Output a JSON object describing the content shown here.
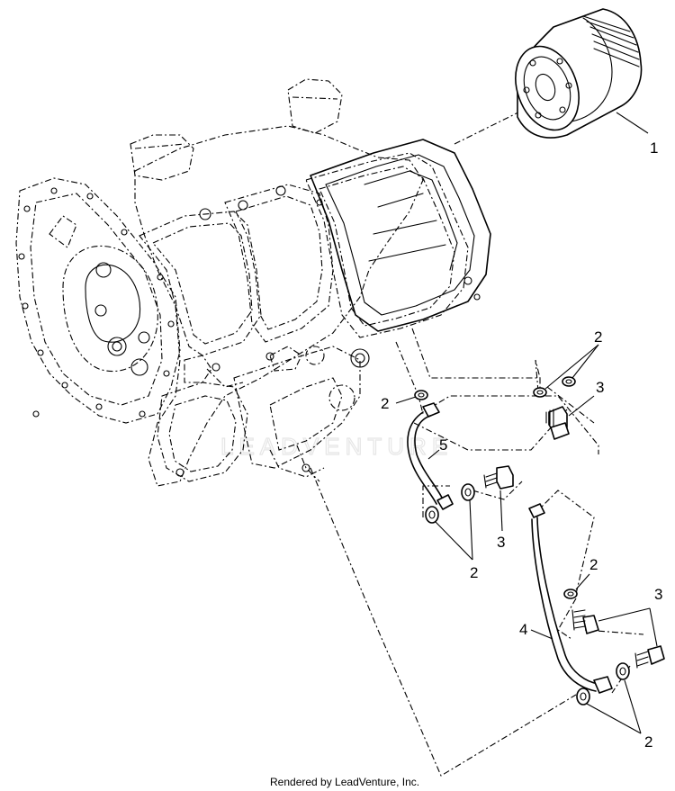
{
  "callouts": {
    "filter": "1",
    "washer_top_a": "2",
    "washer_top_b": "2",
    "bolt_top": "3",
    "hose_upper": "5",
    "bolt_mid": "3",
    "washers_mid": "2",
    "washer_lower": "2",
    "bolt_lower": "3",
    "hose_lower": "4",
    "washers_bottom": "2"
  },
  "watermark": "LEADVENTURE",
  "footer": "Rendered by LeadVenture, Inc."
}
